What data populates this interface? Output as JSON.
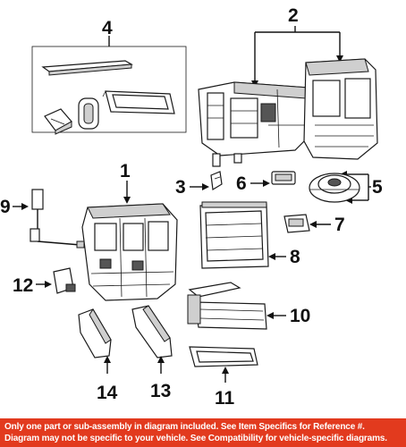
{
  "callouts": {
    "c1": "1",
    "c2": "2",
    "c3": "3",
    "c4": "4",
    "c5": "5",
    "c6": "6",
    "c7": "7",
    "c8": "8",
    "c9": "9",
    "c10": "10",
    "c11": "11",
    "c12": "12",
    "c13": "13",
    "c14": "14"
  },
  "footer": {
    "line1": "Only one part or sub-assembly in diagram included. See Item Specifics for Reference #.",
    "line2": "Diagram may not be specific to your vehicle. See Compatibility for vehicle-specific diagrams."
  },
  "colors": {
    "footer_bg": "#e23a1e",
    "footer_text": "#ffffff",
    "line_art": "#1a1a1a"
  }
}
